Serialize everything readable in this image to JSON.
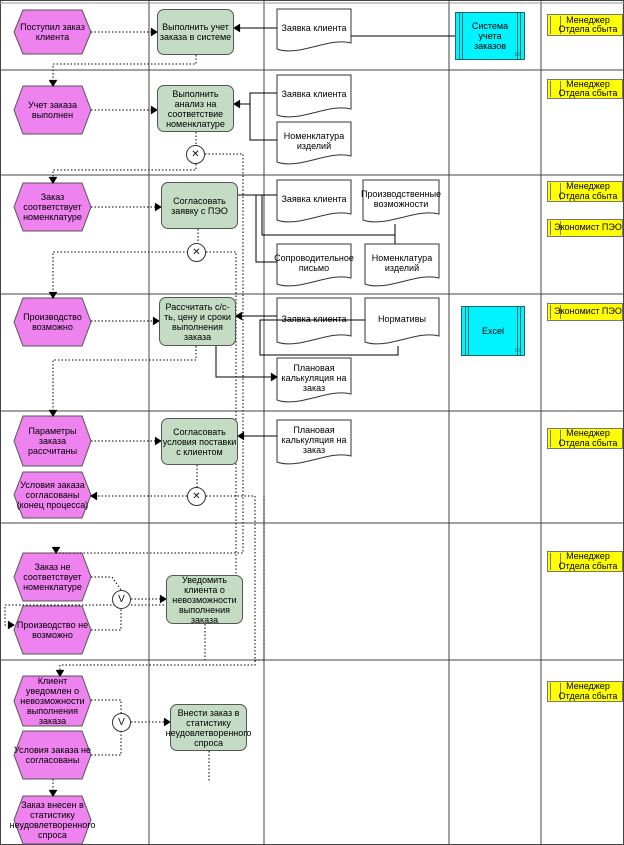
{
  "columns": [
    "",
    "",
    "",
    "",
    "",
    ""
  ],
  "events": [
    {
      "id": "e1",
      "text": "Поступил заказ клиента"
    },
    {
      "id": "e2",
      "text": "Учет заказа выполнен"
    },
    {
      "id": "e3",
      "text": "Заказ соответствует номенклатуре"
    },
    {
      "id": "e4",
      "text": "Производство возможно"
    },
    {
      "id": "e5",
      "text": "Параметры заказа рассчитаны"
    },
    {
      "id": "e6",
      "text": "Условия заказа согласованы (конец процесса)"
    },
    {
      "id": "e7",
      "text": "Заказ не соответствует номенклатуре"
    },
    {
      "id": "e8",
      "text": "Производство не возможно"
    },
    {
      "id": "e9",
      "text": "Клиент уведомлен о невозможности выполнения заказа"
    },
    {
      "id": "e10",
      "text": "Условия заказа не согласованы"
    },
    {
      "id": "e11",
      "text": "Заказ внесен в статистику неудовлетворенного спроса"
    }
  ],
  "functions": [
    {
      "id": "f1",
      "text": "Выполнить учет заказа в системе"
    },
    {
      "id": "f2",
      "text": "Выполнить анализ на соответствие номенклатуре"
    },
    {
      "id": "f3",
      "text": "Согласовать заявку с ПЭО"
    },
    {
      "id": "f4",
      "text": "Рассчитать с/с-ть, цену и сроки выполнения заказа"
    },
    {
      "id": "f5",
      "text": "Согласовать условия поставки с клиентом"
    },
    {
      "id": "f6",
      "text": "Уведомить клиента о невозможности выполнения заказа"
    },
    {
      "id": "f7",
      "text": "Внести заказ в статистику неудовлетворенного спроса"
    }
  ],
  "documents": [
    {
      "id": "d1",
      "text": "Заявка клиента"
    },
    {
      "id": "d2",
      "text": "Заявка клиента"
    },
    {
      "id": "d3",
      "text": "Номенклатура изделий"
    },
    {
      "id": "d4",
      "text": "Заявка клиента"
    },
    {
      "id": "d5",
      "text": "Производственные возможности"
    },
    {
      "id": "d6",
      "text": "Сопроводительное письмо"
    },
    {
      "id": "d7",
      "text": "Номенклатура изделий"
    },
    {
      "id": "d8",
      "text": "Заявка клиента"
    },
    {
      "id": "d9",
      "text": "Нормативы"
    },
    {
      "id": "d10",
      "text": "Плановая калькуляция на заказ"
    },
    {
      "id": "d11",
      "text": "Плановая калькуляция на заказ"
    }
  ],
  "systems": [
    {
      "id": "s1",
      "text": "Система учета заказов"
    },
    {
      "id": "s2",
      "text": "Excel"
    }
  ],
  "roles": [
    {
      "id": "r1",
      "text": "Менеджер Отдела сбыта"
    },
    {
      "id": "r2",
      "text": "Менеджер Отдела сбыта"
    },
    {
      "id": "r3",
      "text": "Менеджер Отдела сбыта"
    },
    {
      "id": "r4",
      "text": "Экономист ПЭО"
    },
    {
      "id": "r5",
      "text": "Экономист ПЭО"
    },
    {
      "id": "r6",
      "text": "Менеджер Отдела сбыта"
    },
    {
      "id": "r7",
      "text": "Менеджер Отдела сбыта"
    },
    {
      "id": "r8",
      "text": "Менеджер Отдела сбыта"
    }
  ],
  "operators": [
    {
      "id": "o1",
      "symbol": "✕",
      "kind": "XOR"
    },
    {
      "id": "o2",
      "symbol": "✕",
      "kind": "XOR"
    },
    {
      "id": "o3",
      "symbol": "✕",
      "kind": "XOR"
    },
    {
      "id": "o4",
      "symbol": "V",
      "kind": "OR"
    },
    {
      "id": "o5",
      "symbol": "V",
      "kind": "OR"
    }
  ],
  "colors": {
    "event": "#ee82ee",
    "function": "#c3dcc3",
    "system": "#00f4ff",
    "role": "#ffff00",
    "grid": "#444444"
  },
  "icons": {
    "system": "application-icon",
    "role": "org-unit-icon",
    "xor": "xor-operator-icon",
    "or": "or-operator-icon"
  }
}
